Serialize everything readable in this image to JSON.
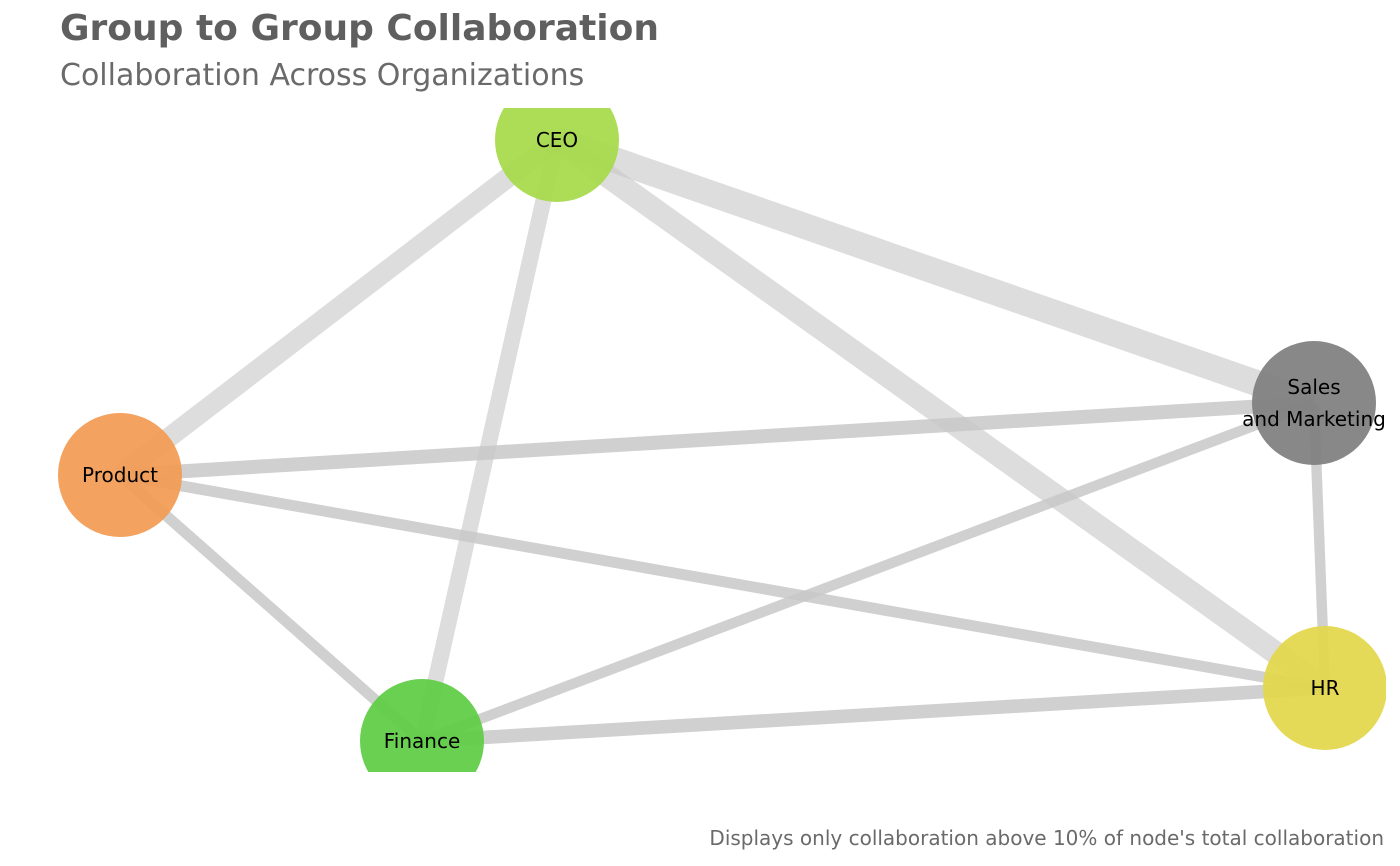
{
  "header": {
    "title": "Group to Group Collaboration",
    "subtitle": "Collaboration Across Organizations"
  },
  "footer": {
    "caption": "Displays only collaboration above 10% of node's total collaboration"
  },
  "network": {
    "nodes": [
      {
        "id": "ceo",
        "label_lines": [
          "CEO"
        ],
        "color": "#a7d94a"
      },
      {
        "id": "sales",
        "label_lines": [
          "Sales",
          "and Marketing"
        ],
        "color": "#7f7f7f"
      },
      {
        "id": "product",
        "label_lines": [
          "Product"
        ],
        "color": "#f29b53"
      },
      {
        "id": "finance",
        "label_lines": [
          "Finance"
        ],
        "color": "#5fcc45"
      },
      {
        "id": "hr",
        "label_lines": [
          "HR"
        ],
        "color": "#e3d74a"
      }
    ],
    "edges": [
      {
        "source": "ceo",
        "target": "sales",
        "strength": 1.0
      },
      {
        "source": "ceo",
        "target": "hr",
        "strength": 0.85
      },
      {
        "source": "ceo",
        "target": "product",
        "strength": 0.7
      },
      {
        "source": "ceo",
        "target": "finance",
        "strength": 0.5
      },
      {
        "source": "product",
        "target": "sales",
        "strength": 0.4
      },
      {
        "source": "finance",
        "target": "hr",
        "strength": 0.38
      },
      {
        "source": "product",
        "target": "hr",
        "strength": 0.25
      },
      {
        "source": "product",
        "target": "finance",
        "strength": 0.25
      },
      {
        "source": "finance",
        "target": "sales",
        "strength": 0.22
      },
      {
        "source": "sales",
        "target": "hr",
        "strength": 0.22
      }
    ],
    "edge_color": "#c8c8c8"
  }
}
